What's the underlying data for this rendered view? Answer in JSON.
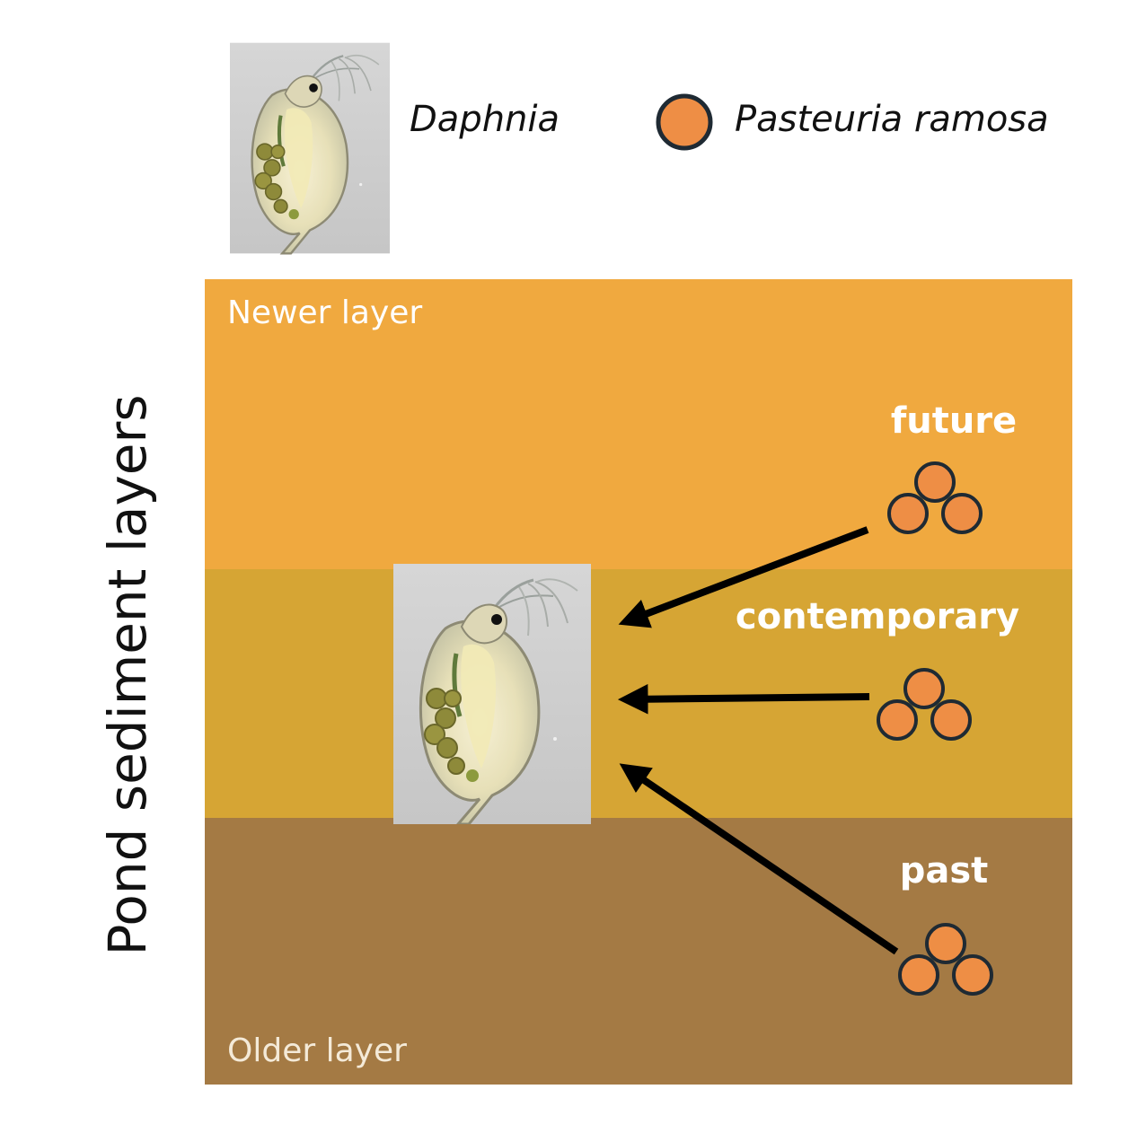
{
  "legend": {
    "daphnia_label": "Daphnia",
    "pasteuria_label": "Pasteuria ramosa"
  },
  "axis_label": "Pond sediment layers",
  "layers": {
    "newer_label": "Newer layer",
    "older_label": "Older layer"
  },
  "time_labels": {
    "future": "future",
    "contemporary": "contemporary",
    "past": "past"
  },
  "colors": {
    "newer_layer": "#F0A93F",
    "middle_layer": "#D6A534",
    "older_layer": "#A47A44",
    "spore_fill": "#EE8E45",
    "spore_stroke": "#1F2A33",
    "layer_text": "#ffffff",
    "arrow": "#000000"
  },
  "icons": {
    "daphnia": "daphnia-photo",
    "spore": "pasteuria-spore-icon"
  }
}
